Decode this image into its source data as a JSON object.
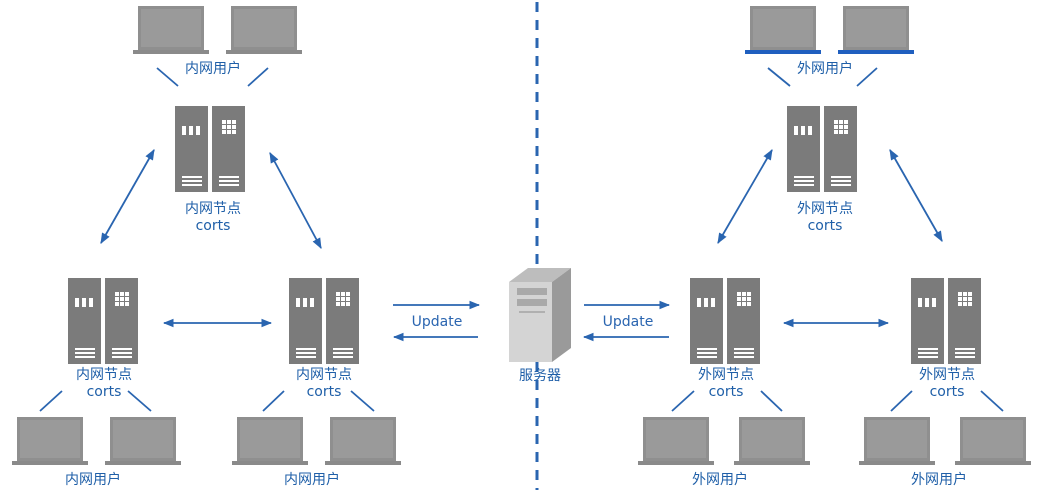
{
  "labels": {
    "inner_user": "内网用户",
    "outer_user": "外网用户",
    "inner_node": "内网节点",
    "outer_node": "外网节点",
    "node_sub": "corts",
    "server": "服务器",
    "update": "Update"
  },
  "colors": {
    "line": "#2a65b0",
    "text": "#1f5fa8",
    "device": "#8a8a8a",
    "device_dark": "#6f6f6f",
    "screen_base_highlight": "#1f5fbf"
  },
  "icons": {
    "node": "server-rack-icon",
    "server": "tower-server-icon",
    "user": "laptop-icon"
  }
}
